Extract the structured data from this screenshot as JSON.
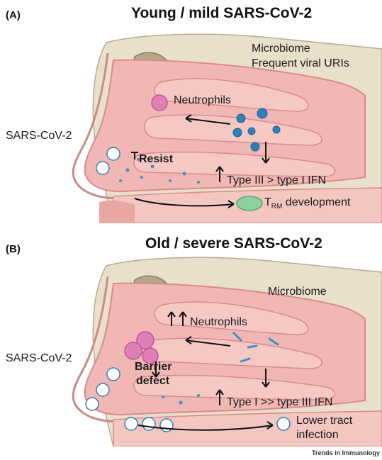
{
  "panelA": {
    "letter": "(A)",
    "title": "Young / mild SARS-CoV-2",
    "microbiome": "Microbiome",
    "uri": "Frequent viral URIs",
    "virus": "SARS-CoV-2",
    "neutrophils": "Neutrophils",
    "resist": "Resist",
    "ifn": "Type III > type I IFN",
    "trm_main": "T",
    "trm_sub": "RM",
    "trm_rest": " development"
  },
  "panelB": {
    "letter": "(B)",
    "title": "Old  / severe SARS-CoV-2",
    "microbiome": "Microbiome",
    "virus": "SARS-CoV-2",
    "neutrophils": "Neutrophils",
    "barrier1": "Barrier",
    "barrier2": "defect",
    "ifn": "Type I >> type III IFN",
    "lower1": "Lower tract",
    "lower2": "infection"
  },
  "credit": "Trends in Immunology",
  "colors": {
    "tissue": "#f0b7b4",
    "tissue_dark": "#d98a8a",
    "bone": "#e6dcc6",
    "sinus": "#b9a68a",
    "virus_blue": "#2f7fb8",
    "neutrophil": "#e07fb8",
    "trm": "#8fd0a0"
  }
}
